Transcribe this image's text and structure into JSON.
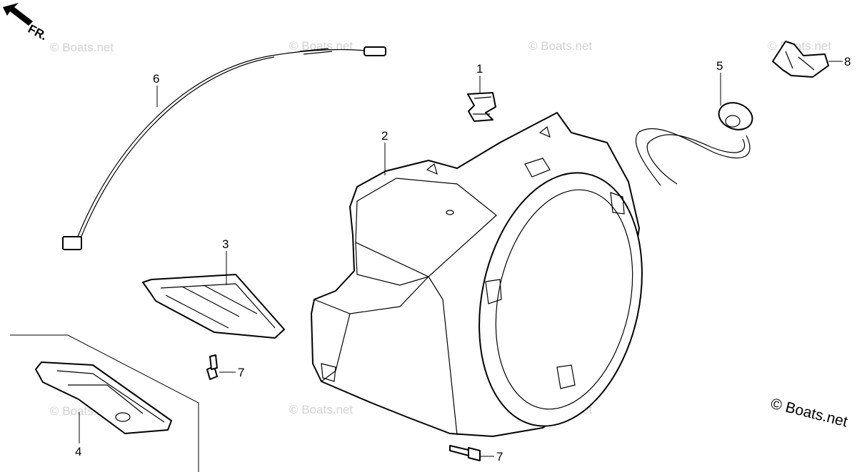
{
  "diagram": {
    "direction_label": "FR.",
    "copyright": "© Boats.net",
    "watermark_text": "© Boats.net",
    "callouts": [
      "1",
      "2",
      "3",
      "4",
      "5",
      "6",
      "7",
      "7",
      "8"
    ]
  }
}
